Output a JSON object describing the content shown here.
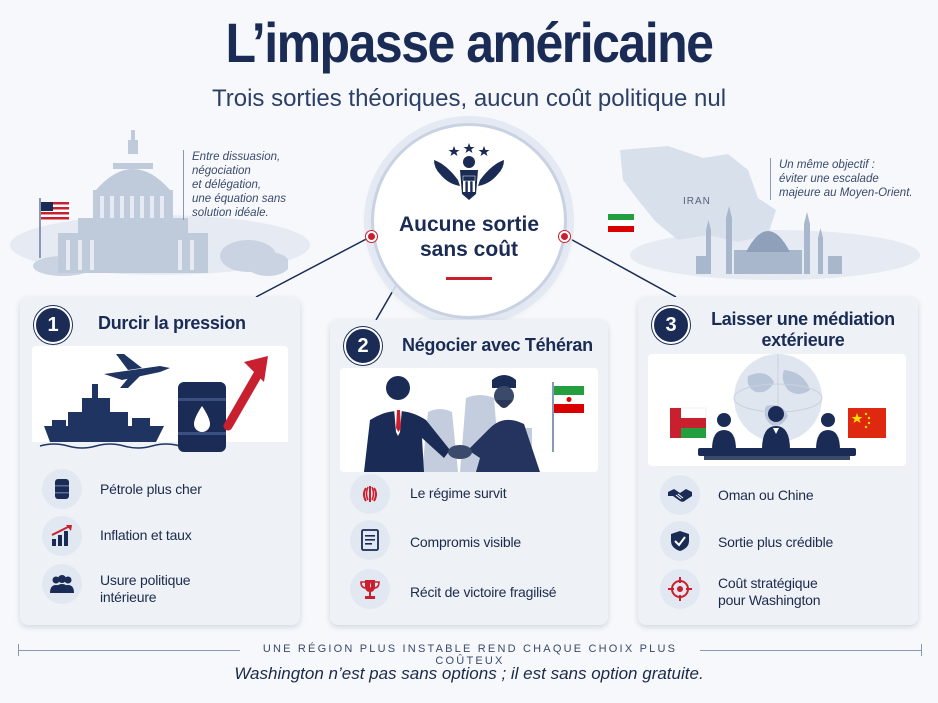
{
  "header": {
    "title": "L’impasse américaine",
    "subtitle": "Trois sorties théoriques, aucun coût politique nul"
  },
  "notes": {
    "left": [
      "Entre dissuasion,",
      "négociation",
      "et délégation,",
      "une équation sans",
      "solution idéale."
    ],
    "right": [
      "Un même objectif :",
      "éviter une escalade",
      "majeure au Moyen-Orient."
    ],
    "map_label": "IRAN"
  },
  "hub": {
    "lines": [
      "Aucune sortie",
      "sans coût"
    ]
  },
  "cards": [
    {
      "number": "1",
      "title": [
        "Durcir la pression"
      ],
      "items": [
        {
          "icon": "oil-barrel-icon",
          "label": [
            "Pétrole plus cher"
          ]
        },
        {
          "icon": "rising-chart-icon",
          "label": [
            "Inflation et taux"
          ]
        },
        {
          "icon": "people-group-icon",
          "label": [
            "Usure politique",
            "intérieure"
          ]
        }
      ]
    },
    {
      "number": "2",
      "title": [
        "Négocier avec Téhéran"
      ],
      "items": [
        {
          "icon": "iran-emblem-icon",
          "label": [
            "Le régime survit"
          ]
        },
        {
          "icon": "document-icon",
          "label": [
            "Compromis visible"
          ]
        },
        {
          "icon": "trophy-icon",
          "label": [
            "Récit de victoire fragilisé"
          ]
        }
      ]
    },
    {
      "number": "3",
      "title": [
        "Laisser une médiation",
        "extérieure"
      ],
      "items": [
        {
          "icon": "handshake-icon",
          "label": [
            "Oman ou Chine"
          ]
        },
        {
          "icon": "shield-check-icon",
          "label": [
            "Sortie plus crédible"
          ]
        },
        {
          "icon": "target-icon",
          "label": [
            "Coût stratégique",
            "pour Washington"
          ]
        }
      ]
    }
  ],
  "footer": {
    "caps": "UNE RÉGION PLUS INSTABLE REND CHAQUE CHOIX PLUS COÛTEUX",
    "quote": "Washington n’est pas sans options ; il est sans option gratuite."
  },
  "colors": {
    "navy": "#1a2b55",
    "accent_red": "#c8202f",
    "card_bg": "#eef2f7",
    "badge_bg": "#e2e8f1"
  }
}
